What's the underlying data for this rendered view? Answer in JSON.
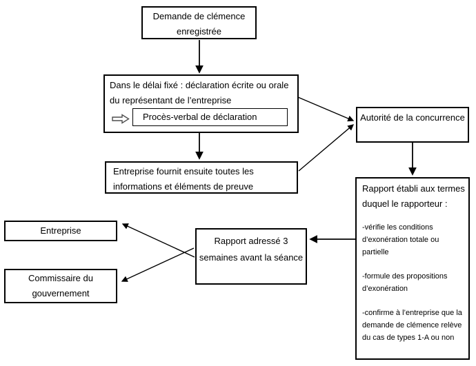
{
  "diagram": {
    "kind": "flowchart",
    "language": "fr",
    "colors": {
      "background": "#ffffff",
      "border": "#000000",
      "text": "#000000"
    },
    "nodes": {
      "demande": {
        "label": "Demande de clémence enregistrée"
      },
      "declaration": {
        "label": "Dans le délai fixé : déclaration écrite ou orale du représentant de l’entreprise"
      },
      "proces_verbal": {
        "label": "Procès-verbal de déclaration"
      },
      "informations": {
        "label": "Entreprise fournit ensuite toutes les informations et éléments de preuve"
      },
      "autorite": {
        "label": "Autorité de la concurrence"
      },
      "rapport_etabli": {
        "title": "Rapport établi aux termes duquel le rapporteur :",
        "items": [
          "-vérifie les conditions d’exonération totale ou partielle",
          "-formule des propositions d’exonération",
          "-confirme à l’entreprise que la demande de clémence relève du cas de types 1-A ou non"
        ]
      },
      "rapport_adresse": {
        "label": "Rapport adressé 3 semaines avant la séance"
      },
      "entreprise": {
        "label": "Entreprise"
      },
      "commissaire": {
        "label": "Commissaire du gouvernement"
      }
    },
    "icons": {
      "block_arrow": "rightwards-block-arrow"
    },
    "edges": [
      {
        "from": "demande",
        "to": "declaration"
      },
      {
        "from": "declaration",
        "to": "informations"
      },
      {
        "from": "declaration",
        "to": "autorite"
      },
      {
        "from": "informations",
        "to": "autorite"
      },
      {
        "from": "autorite",
        "to": "rapport_etabli"
      },
      {
        "from": "rapport_etabli",
        "to": "rapport_adresse"
      },
      {
        "from": "rapport_adresse",
        "to": "entreprise"
      },
      {
        "from": "rapport_adresse",
        "to": "commissaire"
      }
    ]
  }
}
